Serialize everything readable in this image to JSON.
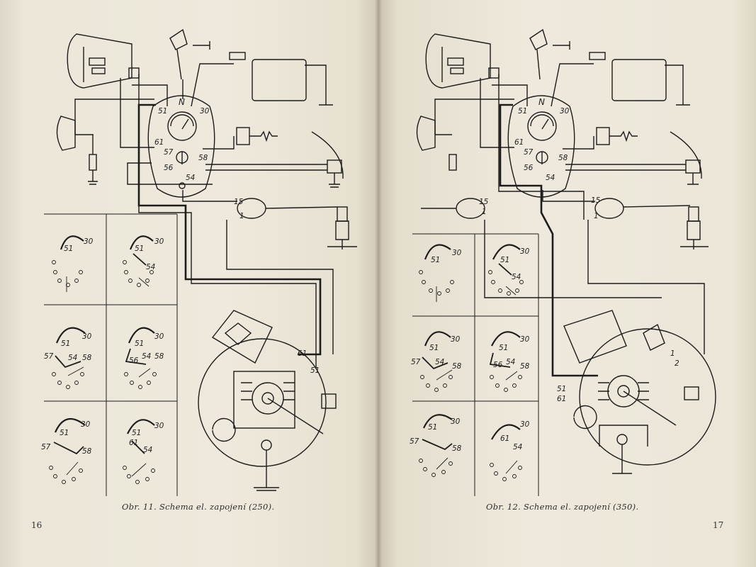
{
  "left_page": {
    "caption": "Obr. 11. Schema el. zapojení (250).",
    "page_number": "16",
    "panel_labels": [
      [
        "51",
        "30"
      ],
      [
        "51",
        "30",
        "54"
      ],
      [
        "51",
        "30",
        "57",
        "54",
        "58"
      ],
      [
        "51",
        "30",
        "56",
        "54",
        "58"
      ],
      [
        "51",
        "30",
        "57",
        "58"
      ],
      [
        "51",
        "30",
        "61",
        "54"
      ]
    ],
    "switch": {
      "N": "N",
      "t51": "51",
      "t30": "30",
      "t61": "61",
      "t57": "57",
      "t56": "56",
      "t58": "58",
      "t54": "54"
    },
    "coil": {
      "t15": "15",
      "t1": "1"
    },
    "magneto": {
      "t61": "61",
      "t51": "51"
    }
  },
  "right_page": {
    "caption": "Obr. 12. Schema el. zapojení (350).",
    "page_number": "17",
    "panel_labels": [
      [
        "51",
        "30"
      ],
      [
        "51",
        "30",
        "54"
      ],
      [
        "51",
        "30",
        "57",
        "54",
        "58"
      ],
      [
        "51",
        "30",
        "56",
        "54",
        "58"
      ],
      [
        "51",
        "30",
        "57",
        "58"
      ],
      [
        "30",
        "61",
        "54"
      ]
    ],
    "switch": {
      "N": "N",
      "t51": "51",
      "t30": "30",
      "t61": "61",
      "t57": "57",
      "t56": "56",
      "t58": "58",
      "t54": "54"
    },
    "coil": {
      "t15": "15",
      "t1": "1"
    },
    "coil2": {
      "t15": "15",
      "t1": "1"
    },
    "magneto": {
      "t51": "51",
      "t61": "61",
      "t1": "1",
      "t2": "2"
    }
  }
}
